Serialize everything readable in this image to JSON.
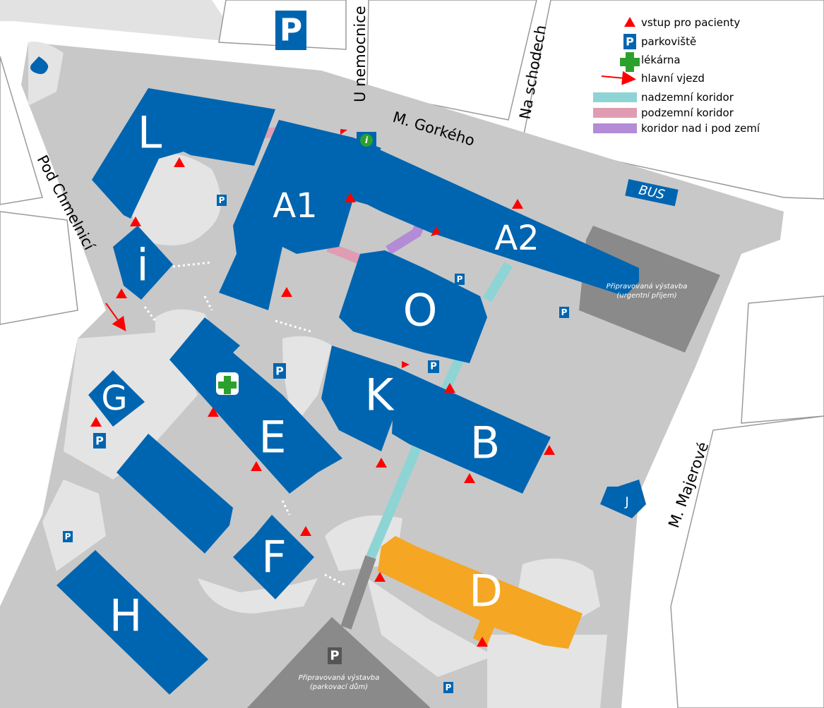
{
  "legend": {
    "entrance": "vstup pro pacienty",
    "parking": "parkoviště",
    "pharmacy": "lékárna",
    "main_entry": "hlavní vjezd",
    "overground": "nadzemní koridor",
    "underground": "podzemní koridor",
    "both": "koridor nad i pod zemí"
  },
  "streets": {
    "gorkeho": "M. Gorkého",
    "u_nemocnice": "U nemocnice",
    "na_schodech": "Na schodech",
    "pod_chmelnici": "Pod Chmelnicí",
    "majerove": "M. Majerové"
  },
  "buildings": {
    "L": "L",
    "A1": "A1",
    "A2": "A2",
    "i": "i",
    "O": "O",
    "K": "K",
    "B": "B",
    "G": "G",
    "E": "E",
    "F": "F",
    "H": "H",
    "D": "D",
    "J": "J"
  },
  "bus": "BUS",
  "info_glyph": "i",
  "parking_glyph": "P",
  "planned_urgent": {
    "line1": "Připravovaná výstavba",
    "line2": "(urgentní příjem)"
  },
  "planned_parking": {
    "line1": "Připravovaná výstavba",
    "line2": "(parkovací dům)"
  },
  "colors": {
    "building": "#0065b0",
    "building_d": "#f5a623",
    "campus": "#c8c8c8",
    "path": "#e4e4e4",
    "overground": "#8fd4d4",
    "underground": "#e09cb2",
    "both": "#b38bd6",
    "planned": "#8a8a8a",
    "entrance": "#ff0000",
    "pharmacy": "#2ca02c"
  }
}
